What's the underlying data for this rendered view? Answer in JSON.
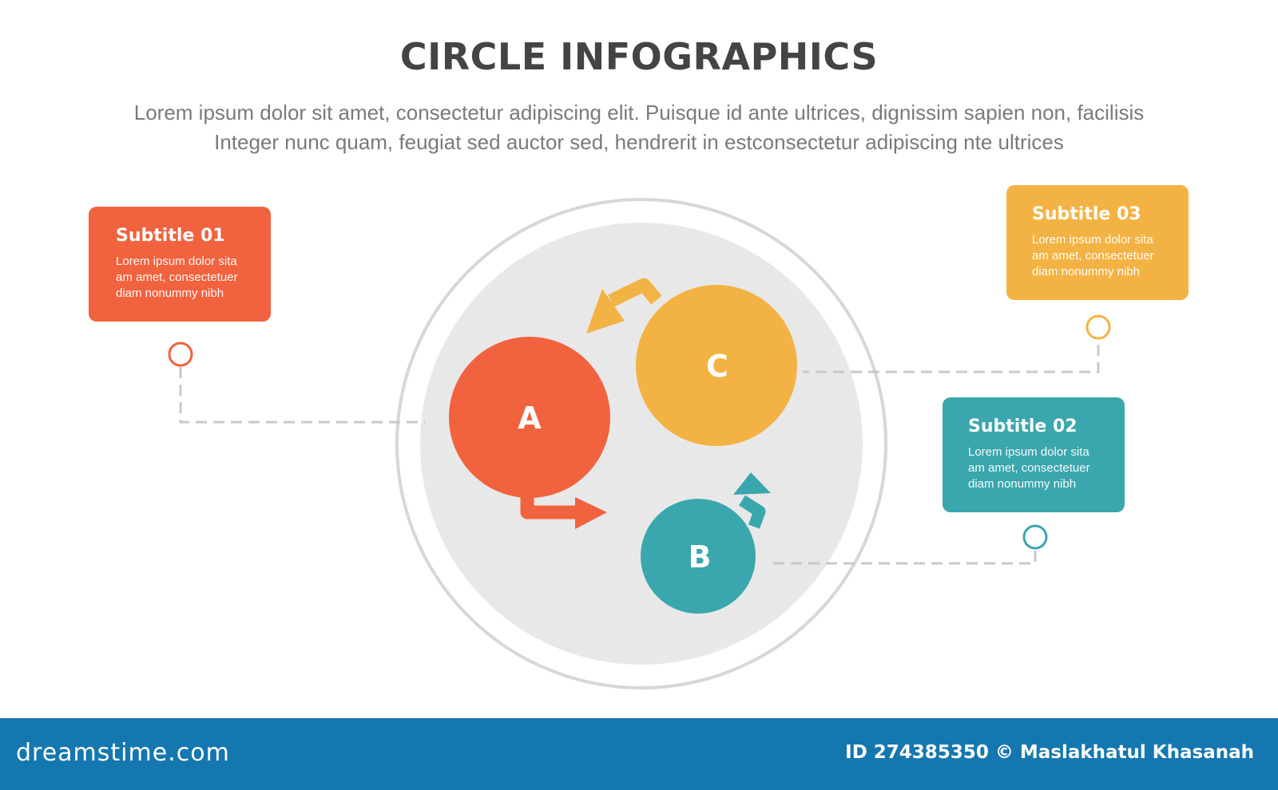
{
  "header": {
    "title": "CIRCLE INFOGRAPHICS",
    "description_line1": "Lorem ipsum dolor sit amet, consectetur adipiscing elit. Puisque id ante ultrices, dignissim sapien non, facilisis",
    "description_line2": "Integer nunc quam, feugiat sed auctor sed, hendrerit in estconsectetur adipiscing nte ultrices"
  },
  "diagram": {
    "nodes": [
      {
        "label": "A",
        "color": "#f1623e"
      },
      {
        "label": "B",
        "color": "#3aa6ae"
      },
      {
        "label": "C",
        "color": "#f3b344"
      }
    ],
    "background_color": "#e8e8e8",
    "ring_color": "#d7d7d7"
  },
  "cards": {
    "card1": {
      "subtitle": "Subtitle 01",
      "line1": "Lorem ipsum dolor sita",
      "line2": "am amet, consectetuer",
      "line3": "diam nonummy  nibh",
      "color": "#f1623e"
    },
    "card2": {
      "subtitle": "Subtitle 02",
      "line1": "Lorem ipsum dolor sita",
      "line2": "am amet, consectetuer",
      "line3": "diam nonummy  nibh",
      "color": "#3aa6ae"
    },
    "card3": {
      "subtitle": "Subtitle 03",
      "line1": "Lorem ipsum dolor sita",
      "line2": "am amet, consectetuer",
      "line3": "diam nonummy  nibh",
      "color": "#f3b344"
    }
  },
  "footer": {
    "brand": "dreamstime.com",
    "credit": "ID 274385350 © Maslakhatul Khasanah",
    "color": "#1577af"
  }
}
